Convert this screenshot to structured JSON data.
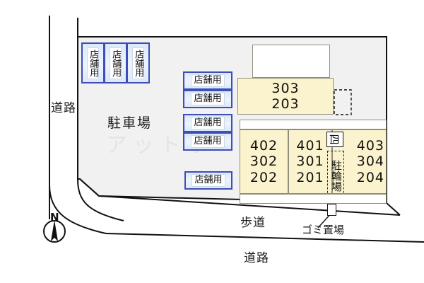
{
  "site": {
    "parking_label": "駐車場",
    "roads": [
      {
        "name": "road-left",
        "label": "道路"
      },
      {
        "name": "road-bottom",
        "label": "道路"
      }
    ],
    "sidewalk_label": "歩道",
    "garbage_label": "ゴミ置場",
    "compass_label": "N"
  },
  "shops_top": [
    {
      "label": "店舗用"
    },
    {
      "label": "店舗用"
    },
    {
      "label": "店舗用"
    }
  ],
  "shops_mid": [
    {
      "label": "店舗用"
    },
    {
      "label": "店舗用"
    },
    {
      "label": "店舗用"
    },
    {
      "label": "店舗用"
    }
  ],
  "shops_low": [
    {
      "label": "店舗用"
    }
  ],
  "building": {
    "upper_unit": {
      "rooms": [
        "303",
        "203"
      ]
    },
    "lower_units": [
      {
        "rooms": [
          "402",
          "302",
          "202"
        ]
      },
      {
        "rooms": [
          "401",
          "301",
          "201"
        ]
      },
      {
        "rooms": [
          "403",
          "304",
          "204"
        ]
      }
    ],
    "bike_parking_label": "駐輪場",
    "stairs_icon_label": "四"
  },
  "colors": {
    "unit_fill": "#fbf3cd",
    "unit_stroke": "#8e8e7a",
    "shop_stroke": "#3d4fb5",
    "shop_fill": "#dce8fb",
    "site_fill": "#f1f1f1",
    "line": "#111111"
  }
}
